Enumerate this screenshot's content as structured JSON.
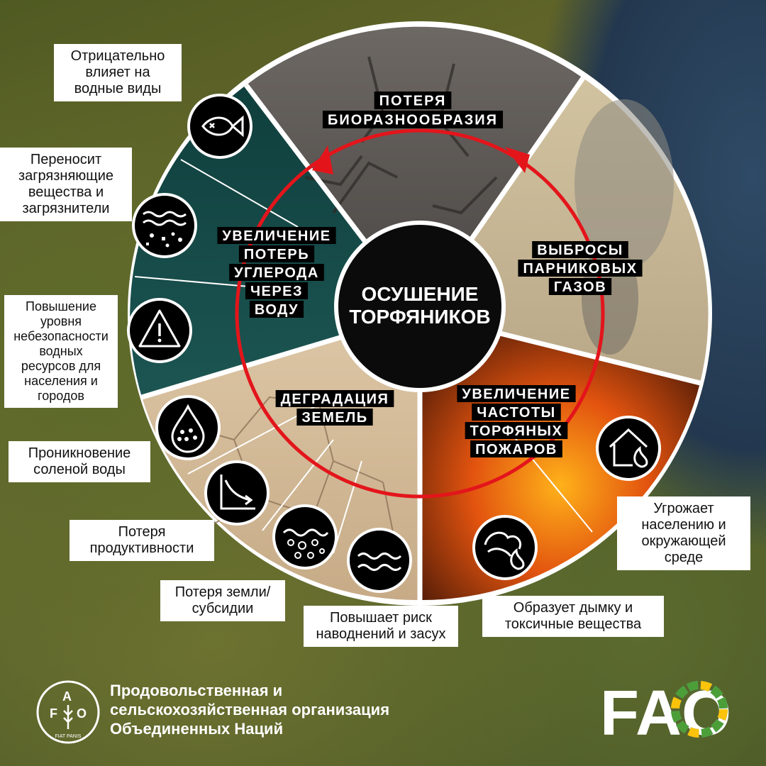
{
  "center": {
    "line1": "ОСУШЕНИЕ",
    "line2": "ТОРФЯНИКОВ"
  },
  "segments": {
    "biodiversity": [
      "ПОТЕРЯ",
      "БИОРАЗНООБРАЗИЯ"
    ],
    "emissions": [
      "ВЫБРОСЫ",
      "ПАРНИКОВЫХ",
      "ГАЗОВ"
    ],
    "fires": [
      "УВЕЛИЧЕНИЕ",
      "ЧАСТОТЫ",
      "ТОРФЯНЫХ",
      "ПОЖАРОВ"
    ],
    "degradation": [
      "ДЕГРАДАЦИЯ",
      "ЗЕМЕЛЬ"
    ],
    "carbon_water": [
      "УВЕЛИЧЕНИЕ",
      "ПОТЕРЬ",
      "УГЛЕРОДА",
      "ЧЕРЕЗ",
      "ВОДУ"
    ]
  },
  "callouts": {
    "aquatic": "Отрицательно влияет на водные виды",
    "pollutants": "Переносит загрязняющие вещества и загрязнители",
    "water_insecurity": "Повышение уровня небезопасности водных ресурсов для населения и городов",
    "salt_water": "Проникновение соленой воды",
    "productivity": "Потеря продуктивности",
    "land_subsidy": "Потеря земли/ субсидии",
    "flood_drought": "Повышает риск наводнений и засух",
    "haze": "Образует дымку и токсичные вещества",
    "threat": "Угрожает населению и окружающей среде"
  },
  "footer": {
    "org_line1": "Продовольственная и",
    "org_line2": "сельскохозяйственная организация",
    "org_line3": "Объединенных Наций",
    "emblem_letters": [
      "F",
      "A",
      "O"
    ],
    "emblem_motto": "FIAT PANIS",
    "fao_logo": "FAO"
  },
  "icons": [
    "fish-icon",
    "water-pollutants-icon",
    "warning-icon",
    "salt-drop-icon",
    "declining-chart-icon",
    "soil-loss-icon",
    "waves-icon",
    "smoke-fire-icon",
    "house-fire-icon"
  ],
  "colors": {
    "arrow": "#e3151b",
    "center": "#0b0b0b",
    "label_bg": "#000000",
    "label_text": "#ffffff"
  }
}
